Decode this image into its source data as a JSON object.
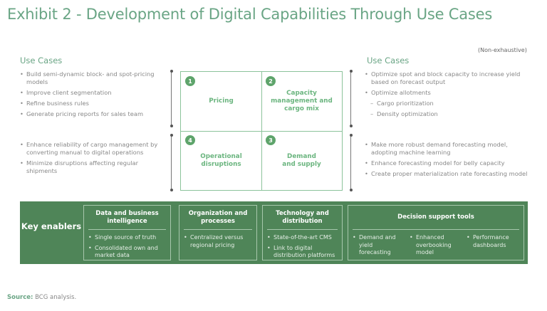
{
  "title": "Exhibit 2 - Development of Digital Capabilities Through Use Cases",
  "note": "(Non-exhaustive)",
  "left": {
    "heading": "Use Cases",
    "top": [
      "Build semi-dynamic block- and spot-pricing models",
      "Improve client segmentation",
      "Refine business rules",
      "Generate pricing reports for sales team"
    ],
    "bottom": [
      "Enhance reliability of cargo management by converting manual to digital operations",
      "Minimize disruptions affecting regular shipments"
    ]
  },
  "right": {
    "heading": "Use Cases",
    "top": [
      "Optimize spot and block capacity to increase yield based on forecast output",
      "Optimize allotments"
    ],
    "top_sub": [
      "Cargo prioritization",
      "Density optimization"
    ],
    "bottom": [
      "Make more robust demand forecasting model, adopting machine learning",
      "Enhance forecasting model for belly capacity",
      "Create proper materialization rate forecasting model"
    ]
  },
  "matrix": [
    {
      "num": "1",
      "label": "Pricing"
    },
    {
      "num": "2",
      "label": "Capacity management and cargo mix"
    },
    {
      "num": "4",
      "label": "Operational disruptions"
    },
    {
      "num": "3",
      "label": "Demand and supply"
    }
  ],
  "enablers": {
    "label": "Key enablers",
    "boxes": [
      {
        "title": "Data and business intelligence",
        "items": [
          "Single source of truth",
          "Consolidated own and market data"
        ]
      },
      {
        "title": "Organization and processes",
        "items": [
          "Centralized versus regional pricing"
        ]
      },
      {
        "title": "Technology and distribution",
        "items": [
          "State-of-the-art CMS",
          "Link to digital distribution platforms"
        ]
      },
      {
        "title": "Decision support tools",
        "items": [
          "Demand and yield forecasting",
          "Enhanced overbooking model",
          "Performance dashboards"
        ]
      }
    ]
  },
  "source": {
    "label": "Source:",
    "text": " BCG analysis."
  }
}
